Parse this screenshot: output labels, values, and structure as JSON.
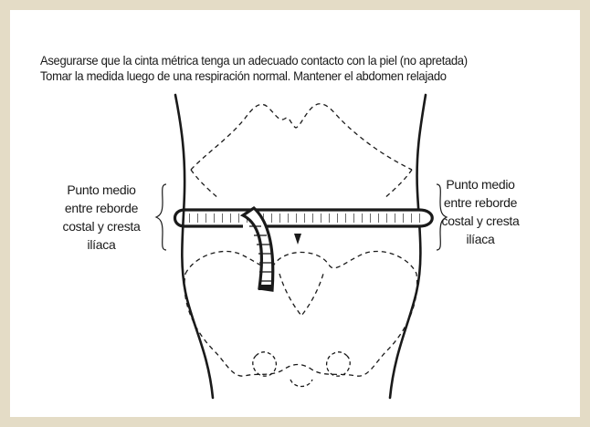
{
  "instructions": {
    "line1": "Asegurarse que la cinta métrica tenga un adecuado contacto con la piel (no apretada)",
    "line2": "Tomar la medida luego de una respiración normal. Mantener el abdomen relajado"
  },
  "left_label": {
    "line1": "Punto medio",
    "line2": "entre reborde",
    "line3": "costal y cresta",
    "line4": "ilíaca"
  },
  "right_label": {
    "line1": "Punto medio",
    "line2": "entre reborde",
    "line3": "costal y cresta",
    "line4": "ilíaca"
  },
  "colors": {
    "frame": "#e4dcc6",
    "ink": "#1a1a1a"
  }
}
